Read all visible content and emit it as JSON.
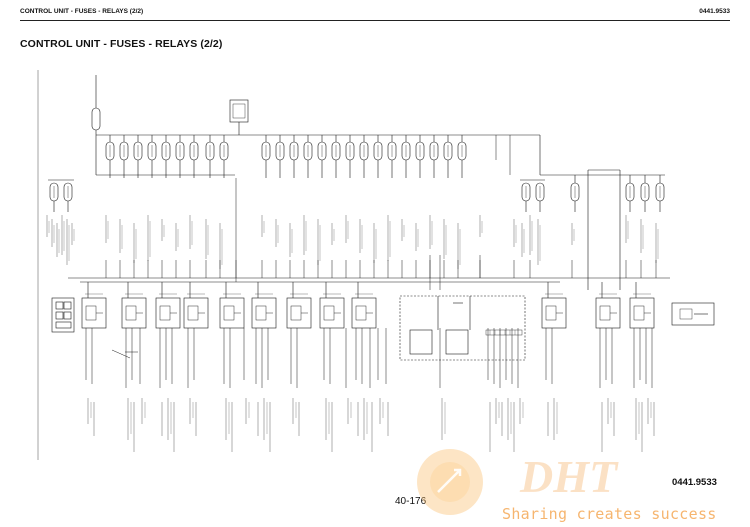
{
  "header": {
    "left": "CONTROL UNIT - FUSES - RELAYS (2/2)",
    "right": "0441.9533"
  },
  "title": "CONTROL UNIT - FUSES - RELAYS (2/2)",
  "footer": {
    "page_number": "40-176",
    "doc_number": "0441.9533"
  },
  "watermark": {
    "logo": "DHT",
    "tagline": "Sharing creates success"
  },
  "colors": {
    "line": "#1a1a1a",
    "watermark": "#f4a046"
  }
}
